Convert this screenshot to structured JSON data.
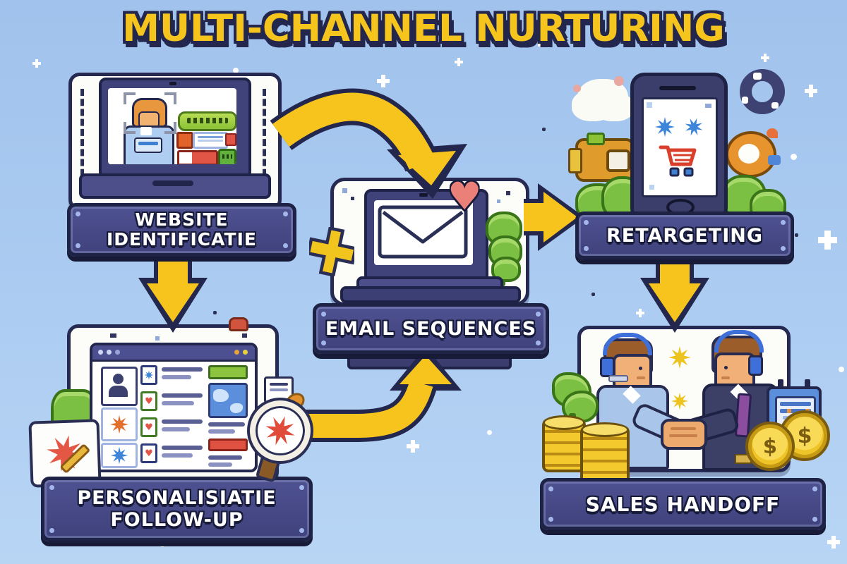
{
  "title": "MULTI-CHANNEL NURTURING",
  "nodes": {
    "website_identificatie": {
      "label_line1": "WEBSITE",
      "label_line2": "IDENTIFICATIE"
    },
    "email_sequences": {
      "label": "EMAIL SEQUENCES"
    },
    "retargeting": {
      "label": "RETARGETING"
    },
    "personalisatie_follow_up": {
      "label_line1": "PERSONALISIATIE",
      "label_line2": "FOLLOW-UP"
    },
    "sales_handoff": {
      "label": "SALES HANDOFF"
    }
  },
  "icons": {
    "heart": "♥",
    "dollar": "$"
  },
  "flow": [
    {
      "from": "website-identificatie",
      "to": "email-sequences"
    },
    {
      "from": "website-identificatie",
      "to": "personalisatie-follow-up"
    },
    {
      "from": "personalisatie-follow-up",
      "to": "email-sequences"
    },
    {
      "from": "email-sequences",
      "to": "retargeting"
    },
    {
      "from": "retargeting",
      "to": "sales-handoff"
    }
  ],
  "palette": {
    "background_sky": "#ABCBF1",
    "accent_yellow": "#F6C41D",
    "outline_navy": "#23264D",
    "sign_purple": "#474A8B",
    "card_white": "#FCFCF9",
    "green": "#7CC043",
    "red": "#E05545",
    "blue": "#3D85D8",
    "gold": "#EFC428"
  }
}
